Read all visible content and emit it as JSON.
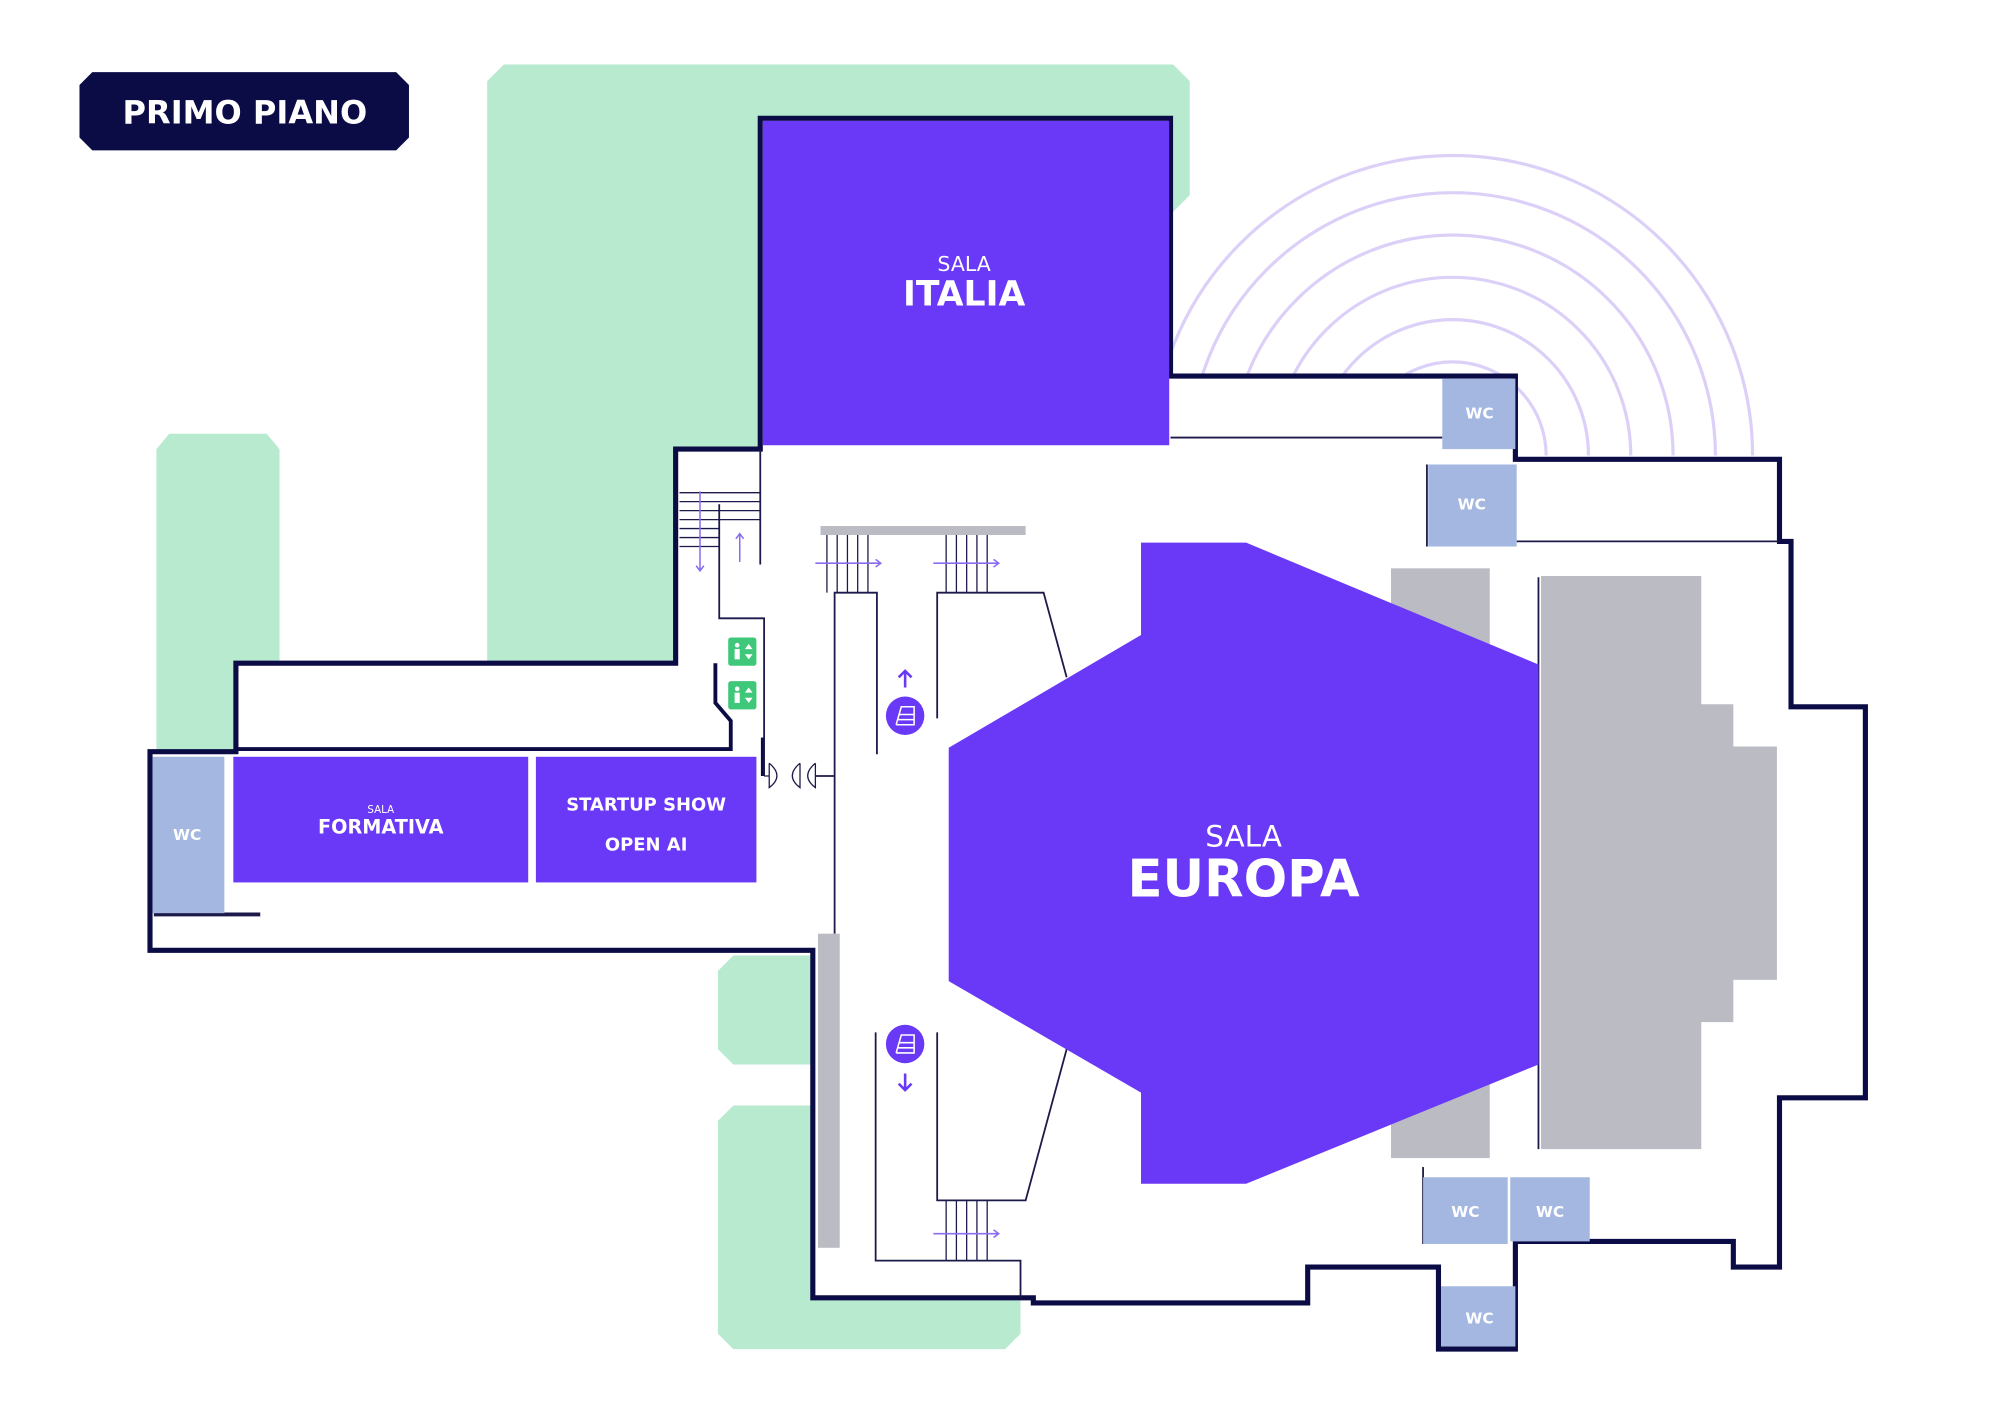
{
  "title": "PRIMO PIANO",
  "rooms": {
    "italia": {
      "prefix": "SALA",
      "name": "ITALIA"
    },
    "europa": {
      "prefix": "SALA",
      "name": "EUROPA"
    },
    "formativa": {
      "prefix": "SALA",
      "name": "FORMATIVA"
    },
    "startup": {
      "line1": "STARTUP SHOW",
      "line2": "OPEN AI"
    }
  },
  "wc_label": "WC",
  "colors": {
    "room": "#6a38f7",
    "wall": "#0b0b45",
    "green": "#b8ead0",
    "wc": "#a3b7e0",
    "stage": "#bbbbc4"
  }
}
